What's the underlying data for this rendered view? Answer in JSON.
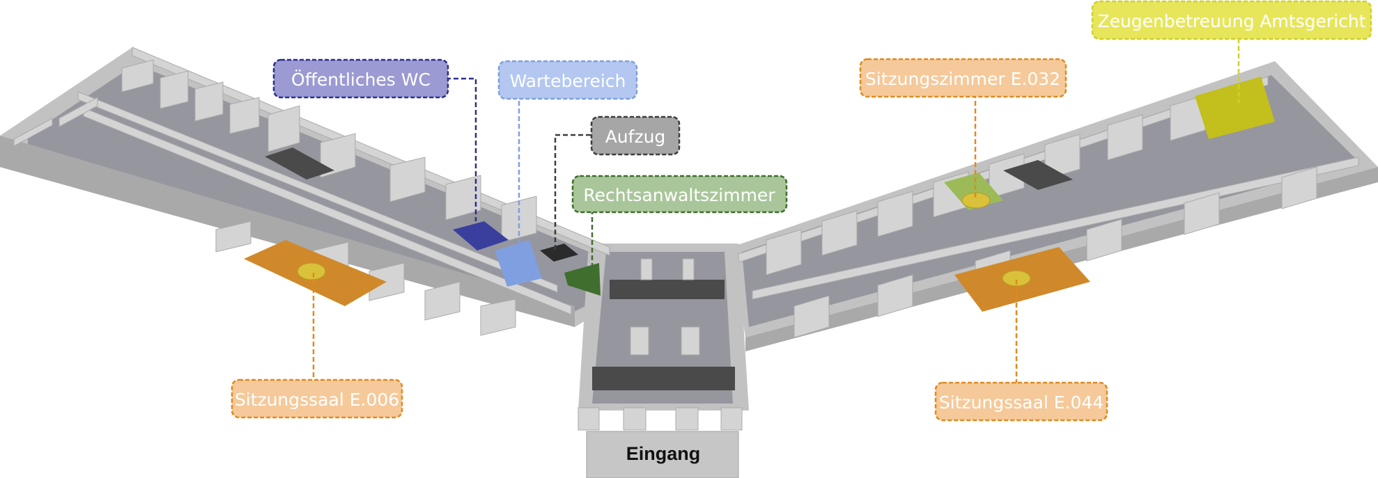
{
  "entrance": {
    "label": "Eingang"
  },
  "areas": [
    {
      "key": "wc",
      "label": "Öffentliches WC",
      "color": "#3a3f9e",
      "tag_fill": "#9b9ad2",
      "tag_border": "#2a2f8a",
      "text_color": "#ffffff"
    },
    {
      "key": "waiting",
      "label": "Wartebereich",
      "color": "#7f9fe0",
      "tag_fill": "#b3c7f0",
      "tag_border": "#7f9fe0",
      "text_color": "#ffffff"
    },
    {
      "key": "elevator",
      "label": "Aufzug",
      "color": "#2b2b2b",
      "tag_fill": "#a6a6a6",
      "tag_border": "#3c3c3c",
      "text_color": "#ffffff"
    },
    {
      "key": "lawyers",
      "label": "Rechtsanwaltszimmer",
      "color": "#3f6e2e",
      "tag_fill": "#a9c69a",
      "tag_border": "#3f6e2e",
      "text_color": "#ffffff"
    },
    {
      "key": "room_e032",
      "label": "Sitzungszimmer  E.032",
      "color": "#9cbb58",
      "tag_fill": "#f5c99a",
      "tag_border": "#e08a1e",
      "text_color": "#ffffff"
    },
    {
      "key": "witness",
      "label": "Zeugenbetreuung Amtsgericht",
      "color": "#c3bf1c",
      "tag_fill": "#e7e65a",
      "tag_border": "#d0d02a",
      "text_color": "#ffffff"
    },
    {
      "key": "hall_e006",
      "label": "Sitzungssaal E.006",
      "color": "#d0892a",
      "tag_fill": "#f5c99a",
      "tag_border": "#e08a1e",
      "text_color": "#ffffff"
    },
    {
      "key": "hall_e044",
      "label": "Sitzungssaal E.044",
      "color": "#d0892a",
      "tag_fill": "#f5c99a",
      "tag_border": "#e08a1e",
      "text_color": "#ffffff"
    }
  ],
  "palette": {
    "floor": "#96969e",
    "wall": "#c6c6c6",
    "wall_top": "#dcdcdc",
    "wall_side": "#a8a8a8",
    "stairs": "#4a4a4a",
    "marker": "#d9c13a"
  }
}
